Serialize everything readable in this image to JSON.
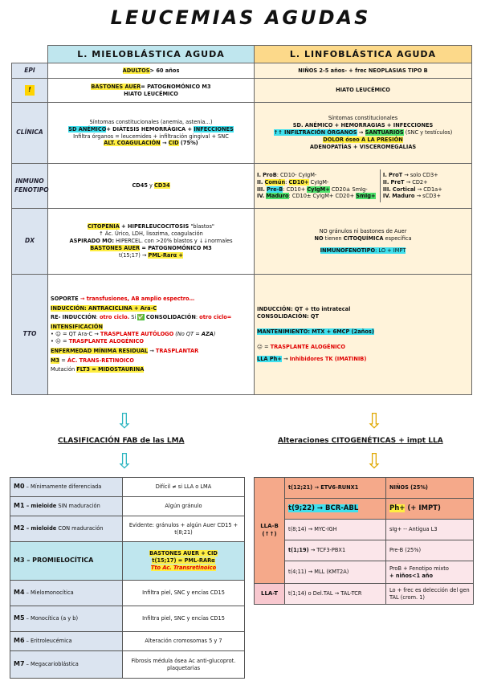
{
  "title": "LEUCEMIAS AGUDAS",
  "headers": {
    "mielo": "L. MIELOBLÁSTICA AGUDA",
    "linfo": "L. LINFOBLÁSTICA AGUDA"
  },
  "rows": {
    "epi": {
      "label": "EPI",
      "mielo_a": "ADULTOS",
      "mielo_b": "> 60 años",
      "linfo": "NIÑOS 2-5 años- + frec NEOPLASIAS TIPO B"
    },
    "warn": {
      "label": "!",
      "mielo_1a": "BASTONES AUER",
      "mielo_1b": "= PATOGNOMÓNICO M3",
      "mielo_2": "HIATO LEUCÉMICO",
      "linfo": "HIATO LEUCÉMICO"
    },
    "clinica": {
      "label": "CLÍNICA",
      "mielo_1": "Síntomas constitucionales (anemia, astenia…)",
      "mielo_2a": "SD ANÉMICO",
      "mielo_2b": "+ DIÁTESIS HEMORRÁGICA +",
      "mielo_2c": "INFECCIONES",
      "mielo_3": "Infiltra órganos = leucemides + infiltración gingival + SNC",
      "mielo_4a": "ALT. COAGULACIÓN",
      "mielo_4b": " → ",
      "mielo_4c": "CID",
      "mielo_4d": " (75%)",
      "linfo_1": "Síntomas constitucionales",
      "linfo_2": "SD. ANÉMICO + HEMORRAGIAS + INFECCIONES",
      "linfo_3a": "↑↑ INFILTRACIÓN ÓRGANOS",
      "linfo_3b": " → ",
      "linfo_3c": "SANTUARIOS",
      "linfo_3d": " (SNC y testículos)",
      "linfo_4": "DOLOR óseo A LA PRESIÓN",
      "linfo_5": "ADENOPATÍAS + VISCEROMEGALIAS"
    },
    "inmuno": {
      "label_1": "INMUNO",
      "label_2": "FENOTIPO",
      "mielo_a": "CD45",
      "mielo_b": " y ",
      "mielo_c": "CD34",
      "b1a": "I.",
      "b1b": "ProB",
      "b1c": ": CD10- CyIgM-",
      "b2a": "II.",
      "b2b": "Común",
      "b2c": ": ",
      "b2d": "CD10+",
      "b2e": " CyIgM-",
      "b3a": "III.",
      "b3b": "Pre-B",
      "b3c": ": CD10+ ",
      "b3d": "CyIgM+",
      "b3e": " CD20± SmIg-",
      "b4a": "IV.",
      "b4b": "Maduro",
      "b4c": ": CD10± CyIgM+ CD20+ ",
      "b4d": "SmIg+",
      "t1a": "I.",
      "t1b": "ProT",
      "t1c": " → solo CD3+",
      "t2a": "II.",
      "t2b": "PreT",
      "t2c": " → CD2+",
      "t3a": "III.",
      "t3b": "Cortical",
      "t3c": " → CD1a+",
      "t4a": "IV.",
      "t4b": "Maduro",
      "t4c": " → sCD3+"
    },
    "dx": {
      "label": "DX",
      "mielo_1a": "CITOPENIA",
      "mielo_1b": " + HIPERLEUCOCITOSIS",
      "mielo_1c": " \"blastos\"",
      "mielo_2": "↑ Ác. Úrico, LDH, lisozima, coagulación",
      "mielo_3a": "ASPIRADO MO:",
      "mielo_3b": " HIPERCEL. con >20% blastos y ↓↓normales",
      "mielo_4a": "BASTONES AUER",
      "mielo_4b": " = PATOGNOMÓNICO M3",
      "mielo_5a": "t(15;17) → ",
      "mielo_5b": "PML-Rarα +",
      "linfo_1": "NO gránulos ni bastones de Auer",
      "linfo_2a": "NO",
      "linfo_2b": " tienen ",
      "linfo_2c": "CITOQUÍMICA",
      "linfo_2d": " específica",
      "linfo_3a": "INMUNOFENOTIPO",
      "linfo_3b": ": LO + IMPT"
    },
    "tto": {
      "label": "TTO",
      "m1a": "SOPORTE",
      "m1b": " → transfusiones, AB amplio espectro…",
      "m2a": "INDUCCIÓN: ANTRACICLINA + Ara-C",
      "m3a": "RE- INDUCCIÓN",
      "m3b": ": ",
      "m3c": "otro ciclo.",
      "m3d": " Si ",
      "m3e": "✅",
      "m3f": " CONSOLIDACIÓN",
      "m3g": ": ",
      "m3h": "otro ciclo=",
      "m4": "INTENSIFICACIÓN",
      "m5a": "• ☺ = QT Ara-C → ",
      "m5b": "TRASPLANTE AUTÓLOGO",
      "m5c": " (No QT = ",
      "m5d": "AZA",
      "m5e": ")",
      "m6a": "• ☹ = ",
      "m6b": "TRASPLANTE ALOGÉNICO",
      "m7a": "ENFERMEDAD MÍNIMA RESIDUAL",
      "m7b": " → ",
      "m7c": "TRASPLANTAR",
      "m8a": "M3",
      "m8b": " = ",
      "m8c": "ÁC. TRANS-RETINOICO",
      "m9a": "Mutación ",
      "m9b": "FLT3",
      "m9c": " = MIDOSTAURINA",
      "l1a": "INDUCCIÓN",
      "l1b": ": QT + tto intratecal",
      "l2a": "CONSOLIDACIÓN",
      "l2b": ": QT",
      "l3a": "MANTENIMIENTO",
      "l3b": ": MTX + 6MCP (2años)",
      "l4a": "☹ = ",
      "l4b": "TRASPLANTE ALOGÉNICO",
      "l5a": "LLA Ph+",
      "l5b": " → ",
      "l5c": "Inhibidores TK (IMATINIB)"
    }
  },
  "fab": {
    "heading": "CLASIFICACIÓN FAB de las LMA",
    "rows": [
      {
        "code": "M0",
        "name": " – Mínimamente diferenciada",
        "desc": "Difícil ≠ si LLA o LMA"
      },
      {
        "code": "M1",
        "name_b": " – mieloide",
        "name": " SIN maduración",
        "desc": "Algún gránulo"
      },
      {
        "code": "M2",
        "name_b": " – mieloide",
        "name": " CON maduración",
        "desc": "Evidente: gránulos + algún Auer CD15 + t(8;21)"
      },
      {
        "code": "M3",
        "name_b": " – PROMIELOCÍTICA",
        "desc1": "BASTONES AUER + CID",
        "desc2": "t(15;17) = PML-RARα",
        "desc3": "Tto Ac. Transretinoico"
      },
      {
        "code": "M4",
        "name": " – Mielomonocítica",
        "desc": "Infiltra piel, SNC y encías CD15"
      },
      {
        "code": "M5",
        "name": " – Monocítica (a y b)",
        "desc": "Infiltra piel, SNC y encías CD15"
      },
      {
        "code": "M6",
        "name": " – Eritroleucémica",
        "desc": "Alteración cromosomas 5 y 7"
      },
      {
        "code": "M7",
        "name": " – Megacarioblástica",
        "desc": "Fibrosis médula ósea Ac anti-glucoprot. plaquetarias"
      }
    ]
  },
  "cito": {
    "heading": "Alteraciones CITOGENÉTICAS + impt LLA",
    "group_b_1": "LLA-B",
    "group_b_2": "(↑↑)",
    "group_t": "LLA-T",
    "rows": [
      {
        "alt": "t(12;21) → ETV6-RUNX1",
        "note": "NIÑOS (25%)"
      },
      {
        "alt": "t(9;22) → BCR-ABL",
        "note_a": "Ph+",
        "note_b": " (+ IMPT)"
      },
      {
        "alt": "t(8;14) → MYC-IGH",
        "note": "sIg+ -- Antigua L3"
      },
      {
        "alt_a": "t(1;19)",
        "alt_b": " → TCF3-PBX1",
        "note": "Pre-B (25%)"
      },
      {
        "alt": "t(4;11) → MLL (KMT2A)",
        "note_1": "ProB + Fenotipo mixto",
        "note_2": "+ niños<1 año"
      },
      {
        "alt": "t(1;14) o Del.TAL → TAL-TCR",
        "note": "Lo + frec es delección del gen TAL (crom. 1)"
      }
    ]
  },
  "arrow_color_left": "#2bb5c0",
  "arrow_color_right": "#e0a800"
}
